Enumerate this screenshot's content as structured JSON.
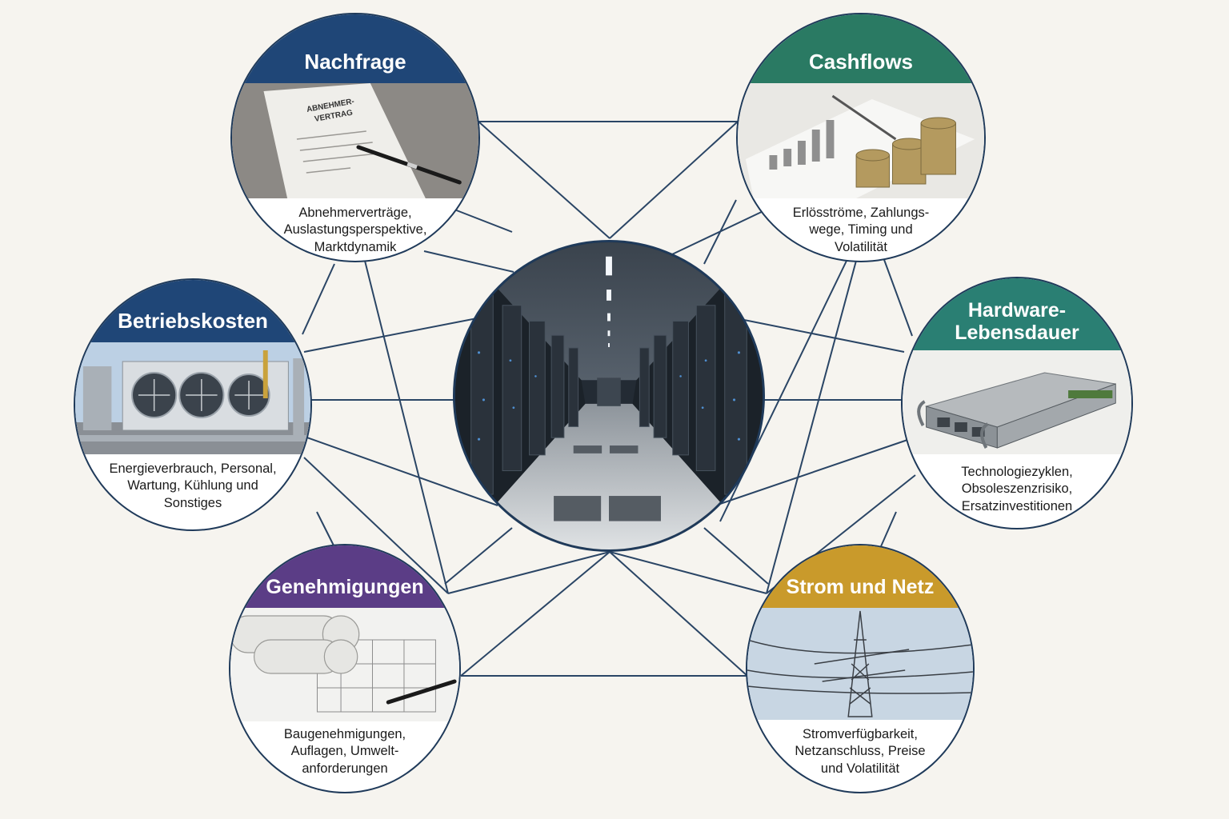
{
  "colors": {
    "background": "#f6f4ef",
    "line": "#2a4565",
    "nachfrage": "#1f4677",
    "cashflows": "#2a7a63",
    "betriebskosten": "#1f4677",
    "hardware": "#2a7f73",
    "genehmigungen": "#5b3d86",
    "strom": "#c99a2b"
  },
  "hub": {
    "image": "data-center-server-aisle"
  },
  "nodes": {
    "nachfrage": {
      "title": "Nachfrage",
      "description": "Abnehmerverträge,\nAuslastungsperspektive,\nMarktdynamik",
      "image": "contract-document-with-pen",
      "doc_text": "ABNEHMER-\nVERTRAG"
    },
    "cashflows": {
      "title": "Cashflows",
      "description": "Erlösströme, Zahlungs-\nwege, Timing und\nVolatilität",
      "image": "bar-chart-notebook-and-coin-stacks"
    },
    "betriebskosten": {
      "title": "Betriebskosten",
      "description": "Energieverbrauch, Personal,\nWartung, Kühlung und\nSonstiges",
      "image": "cooling-units-with-fans"
    },
    "hardware": {
      "title": "Hardware-\nLebensdauer",
      "description": "Technologiezyklen,\nObsoleszenzrisiko,\nErsatzinvestitionen",
      "image": "rack-server-unit"
    },
    "genehmigungen": {
      "title": "Genehmigungen",
      "description": "Baugenehmigungen,\nAuflagen, Umwelt-\nanforderungen",
      "image": "rolled-building-plans-with-pen"
    },
    "strom": {
      "title": "Strom und Netz",
      "description": "Stromverfügbarkeit,\nNetzanschluss, Preise\nund Volatilität",
      "image": "power-transmission-tower"
    }
  }
}
